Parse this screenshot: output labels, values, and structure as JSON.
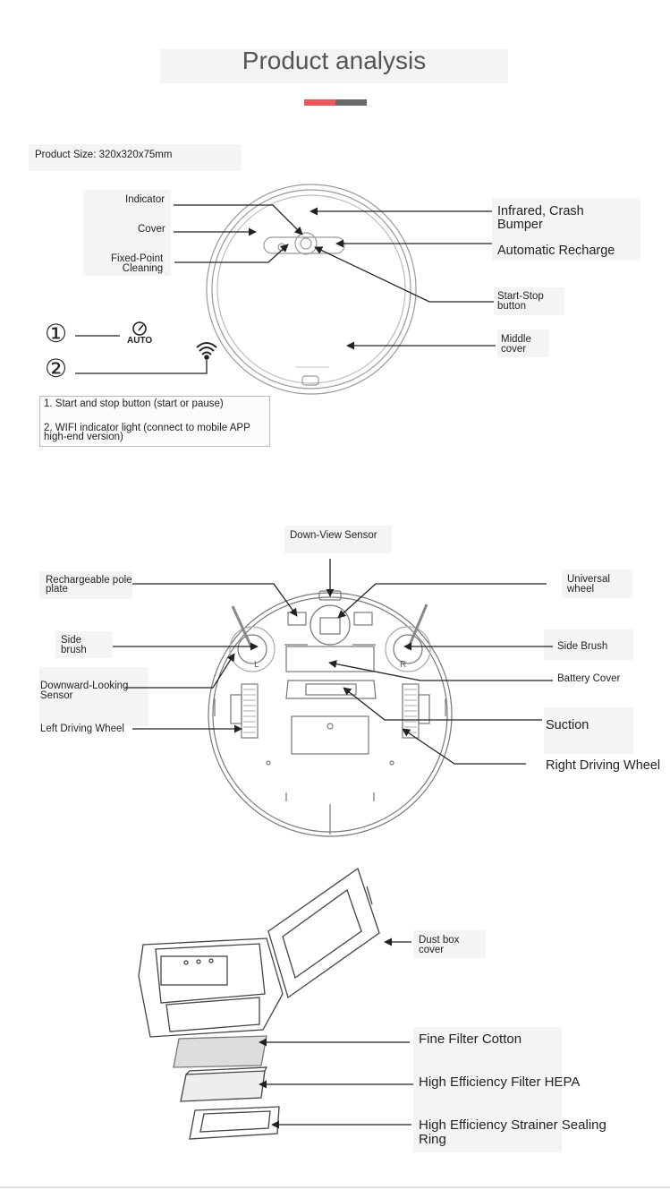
{
  "header": {
    "title": "Product analysis",
    "accent_colors": [
      "#f0555a",
      "#6a6a6a"
    ]
  },
  "top_view": {
    "product_size": "Product Size: 320x320x75mm",
    "labels": {
      "indicator": "Indicator",
      "cover": "Cover",
      "fixed_point": "Fixed-Point\nCleaning",
      "infrared": "Infrared, Crash\nBumper",
      "auto_recharge": "Automatic Recharge",
      "start_stop": "Start-Stop\nbutton",
      "middle_cover": "Middle\ncover"
    },
    "icons": [
      {
        "num": "①",
        "name": "auto-button-icon",
        "caption": "AUTO"
      },
      {
        "num": "②",
        "name": "wifi-icon",
        "caption": ""
      }
    ],
    "notes": [
      "1. Start and stop button (start or pause)",
      "2. WIFI indicator light (connect to mobile APP\nhigh-end version)"
    ]
  },
  "bottom_view": {
    "labels": {
      "down_view_sensor": "Down-View Sensor",
      "pole_plate": "Rechargeable pole\nplate",
      "universal_wheel": "Universal\nwheel",
      "side_brush_left": "Side\nbrush",
      "side_brush_right": "Side Brush",
      "downward_sensor": "Downward-Looking\nSensor",
      "battery_cover": "Battery Cover",
      "left_wheel": "Left Driving Wheel",
      "suction": "Suction",
      "right_wheel": "Right Driving Wheel"
    },
    "wheel_letters": {
      "left": "L",
      "right": "R"
    }
  },
  "dust_box": {
    "labels": {
      "dust_box_cover": "Dust box\ncover",
      "fine_filter": "Fine Filter Cotton",
      "hepa": "High Efficiency Filter HEPA",
      "sealing_ring": "High Efficiency Strainer Sealing\nRing"
    }
  }
}
